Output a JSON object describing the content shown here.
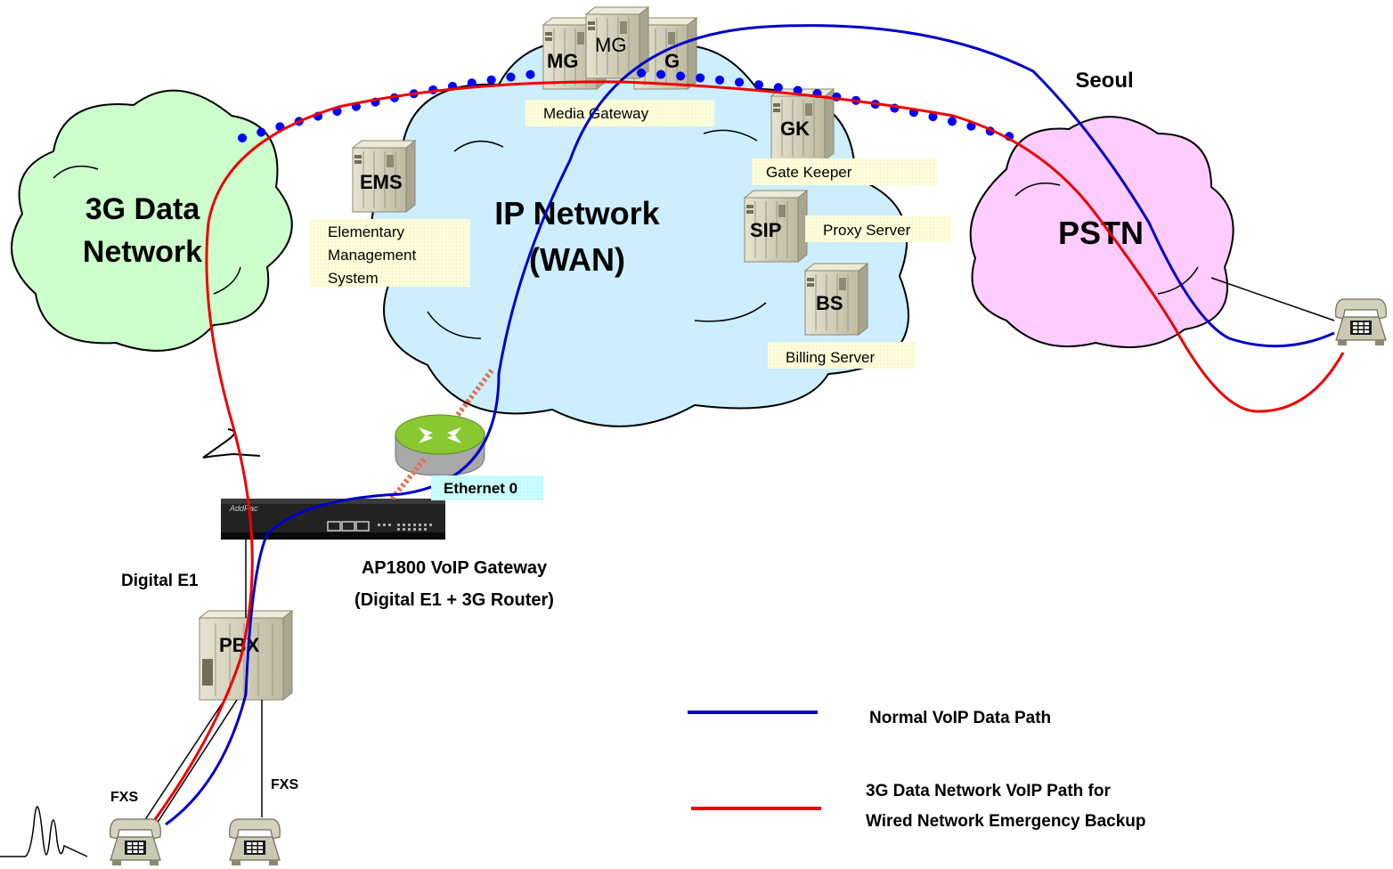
{
  "clouds": {
    "data3g": {
      "line1": "3G Data",
      "line2": "Network",
      "fill": "#ccffcc"
    },
    "ip": {
      "line1": "IP Network",
      "line2": "(WAN)",
      "fill": "#cceeff"
    },
    "pstn": {
      "label": "PSTN",
      "fill": "#ffccff"
    }
  },
  "servers": {
    "mg_front": "MG",
    "mg_back": "MG",
    "mg_right": "G",
    "gk": "GK",
    "ems": "EMS",
    "sip": "SIP",
    "bs": "BS",
    "pbx": "PBX"
  },
  "captions": {
    "media_gateway": "Media Gateway",
    "gate_keeper": "Gate Keeper",
    "proxy_server": "Proxy Server",
    "billing_server": "Billing Server",
    "ems_line1": "Elementary",
    "ems_line2": "Management",
    "ems_line3": "System",
    "ethernet": "Ethernet 0"
  },
  "labels": {
    "seoul": "Seoul",
    "digital_e1": "Digital E1",
    "gateway_line1": "AP1800 VoIP Gateway",
    "gateway_line2": "(Digital E1 + 3G Router)",
    "fxs_left": "FXS",
    "fxs_right": "FXS",
    "device_brand": "AddPac"
  },
  "legend": {
    "normal": {
      "label": "Normal  VoIP Data Path",
      "color": "#0000c8"
    },
    "backup": {
      "line1": "3G Data Network VoIP Path for",
      "line2": "Wired Network Emergency Backup",
      "color": "#ee0000"
    }
  },
  "colors": {
    "server": "#d4d2bc",
    "caption_bg": "#ffffdd",
    "ethernet_bg": "#ccffff",
    "dots": "#0000ff"
  }
}
